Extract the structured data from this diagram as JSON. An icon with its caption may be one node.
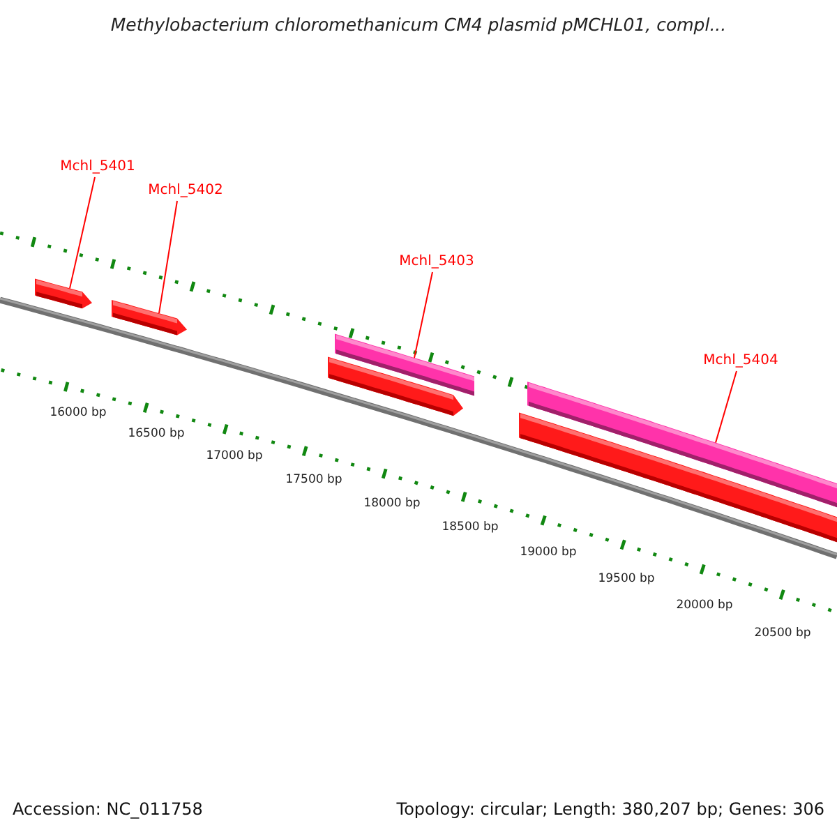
{
  "diagram": {
    "title": "Methylobacterium chloromethanicum CM4 plasmid pMCHL01, compl...",
    "nodes": [
      {
        "text": [
          "Mchl_5401"
        ]
      },
      {
        "text": [
          "Mchl_5402"
        ]
      },
      {
        "text": [
          "Mchl_5403"
        ]
      },
      {
        "text": [
          "Mchl_5404"
        ]
      },
      {
        "text": [],
        "shape": "arrow"
      },
      {
        "text": [],
        "shape": "arrow"
      },
      {
        "text": [],
        "shape": "bar"
      },
      {
        "text": [],
        "shape": "arrow"
      },
      {
        "text": [],
        "shape": "bar"
      },
      {
        "text": [],
        "shape": "bar"
      }
    ],
    "edges": [
      {
        "from": 0,
        "to": 4,
        "arrow": "none"
      },
      {
        "from": 1,
        "to": 5,
        "arrow": "none"
      },
      {
        "from": 2,
        "to": 6,
        "arrow": "none"
      },
      {
        "from": 3,
        "to": 8,
        "arrow": "none"
      }
    ],
    "labels": [
      "16000 bp",
      "16500 bp",
      "17000 bp",
      "17500 bp",
      "18000 bp",
      "18500 bp",
      "19000 bp",
      "19500 bp",
      "20000 bp",
      "20500 bp",
      "Accession: NC_011758",
      "Topology: circular; Length: 380,207 bp; Genes: 306"
    ]
  }
}
